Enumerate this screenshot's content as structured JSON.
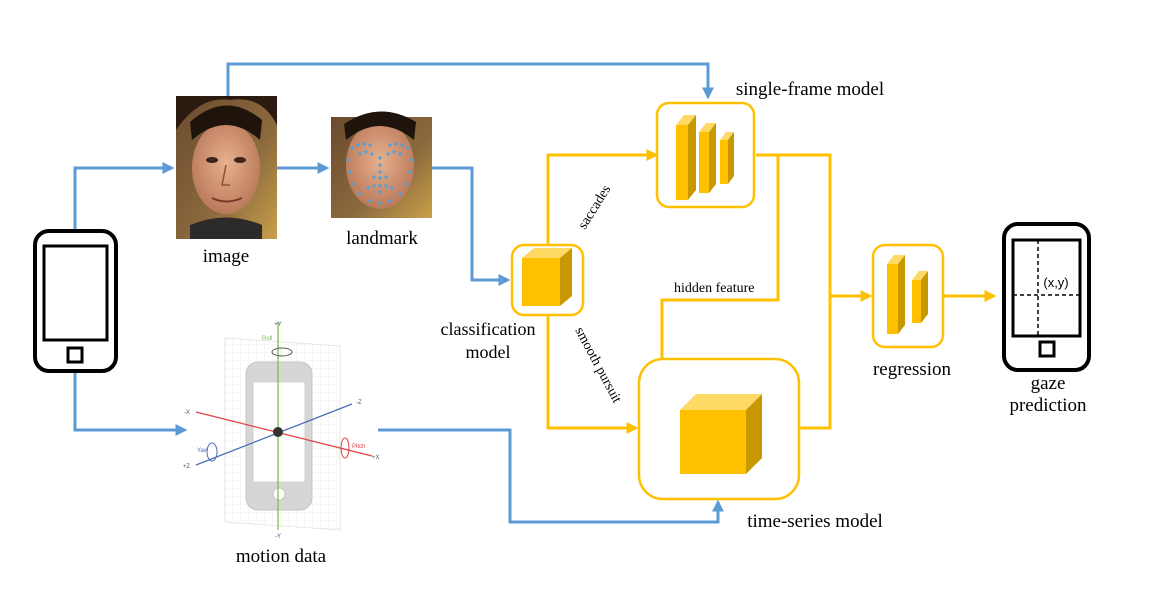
{
  "labels": {
    "image": "image",
    "landmark": "landmark",
    "motion_data": "motion data",
    "classification_line1": "classification",
    "classification_line2": "model",
    "single_frame": "single-frame model",
    "time_series": "time-series model",
    "regression": "regression",
    "gaze_line1": "gaze",
    "gaze_line2": "prediction",
    "saccades": "saccades",
    "smooth_pursuit": "smooth pursuit",
    "hidden_feature": "hidden feature",
    "xy": "(x,y)"
  },
  "motion_axes": {
    "pos_y": "+Y",
    "neg_y": "-Y",
    "pos_x": "+X",
    "neg_x": "-X",
    "pos_z": "+Z",
    "neg_z": "-Z",
    "roll": "Roll",
    "pitch": "Pitch",
    "yaw": "Yaw"
  },
  "colors": {
    "blue_arrow": "#5b9bd5",
    "gold_arrow": "#ffc000",
    "cube_front": "#ffc000",
    "cube_side": "#c99700",
    "cube_top": "#ffd966"
  },
  "icons": {
    "phone_input": "smartphone-icon",
    "phone_output": "smartphone-gaze-icon",
    "face_image": "face-photo",
    "landmark_image": "face-landmark-photo",
    "motion_image": "phone-motion-axes-illustration"
  }
}
